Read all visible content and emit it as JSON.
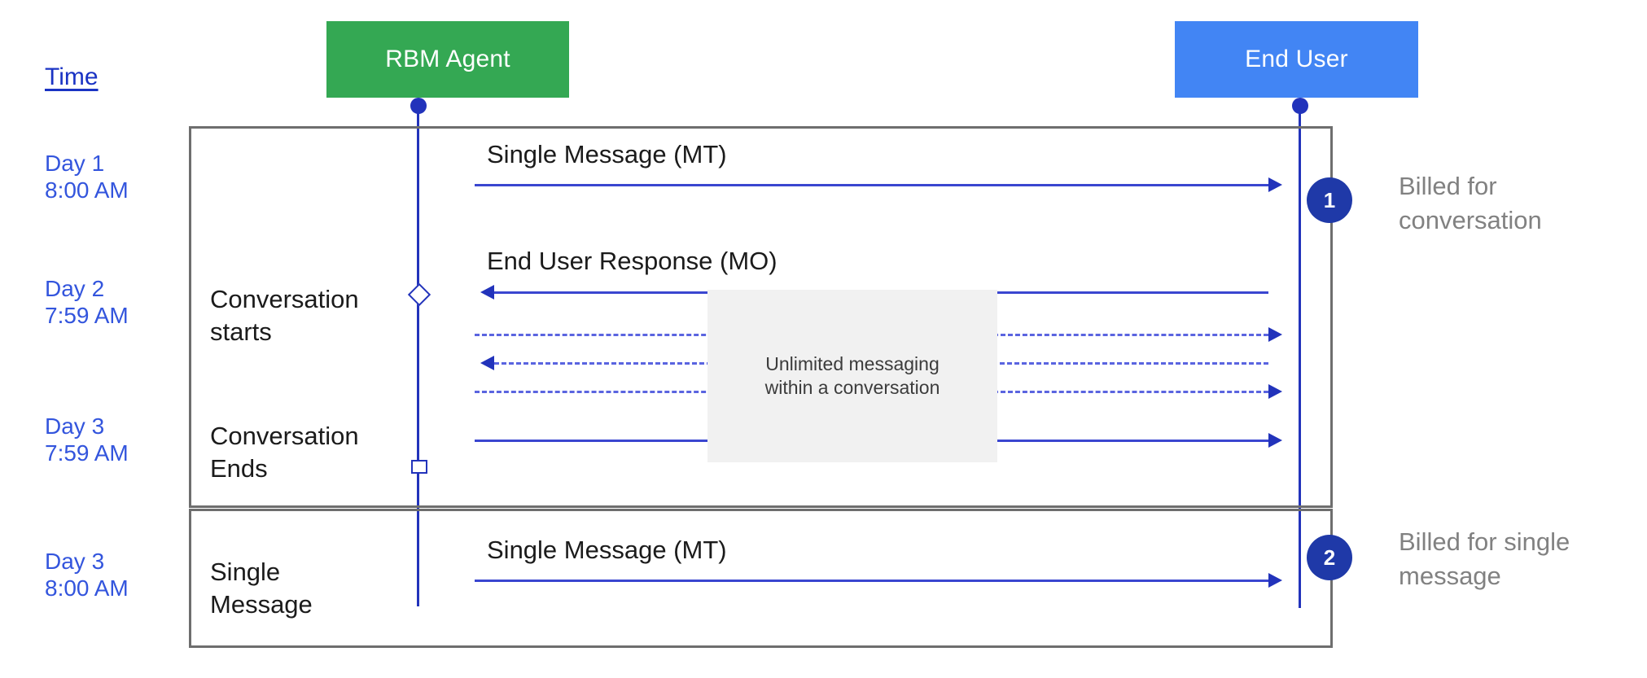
{
  "diagram": {
    "title_visible": false,
    "colors": {
      "agent_box": "#34A853",
      "user_box": "#4285F4",
      "lifeline": "#2233bb",
      "badge": "#1f39a8",
      "time_text": "#3355dd",
      "note_bg": "#f1f1f1",
      "annotation_text": "#818181",
      "panel_border": "#6e6e6e"
    }
  },
  "actors": {
    "agent": "RBM Agent",
    "user": "End User"
  },
  "time_column": {
    "header": "Time",
    "stamps": [
      "Day 1\n8:00 AM",
      "Day 2\n7:59 AM",
      "Day 3\n7:59 AM",
      "Day 3\n8:00 AM"
    ]
  },
  "steps": [
    "Conversation\nstarts",
    "Conversation\nEnds",
    "Single\nMessage"
  ],
  "messages": [
    {
      "label": "Single Message (MT)",
      "direction": "agent-to-user",
      "style": "solid"
    },
    {
      "label": "End User Response (MO)",
      "direction": "user-to-agent",
      "style": "solid"
    },
    {
      "label": "",
      "direction": "agent-to-user",
      "style": "dashed"
    },
    {
      "label": "",
      "direction": "user-to-agent",
      "style": "dashed"
    },
    {
      "label": "",
      "direction": "agent-to-user",
      "style": "dashed"
    },
    {
      "label": "",
      "direction": "agent-to-user",
      "style": "solid"
    },
    {
      "label": "Single Message (MT)",
      "direction": "agent-to-user",
      "style": "solid"
    }
  ],
  "note": {
    "line1": "Unlimited messaging",
    "line2": "within a conversation"
  },
  "billing": [
    {
      "number": "1",
      "text": "Billed for\nconversation"
    },
    {
      "number": "2",
      "text": "Billed for single\nmessage"
    }
  ]
}
